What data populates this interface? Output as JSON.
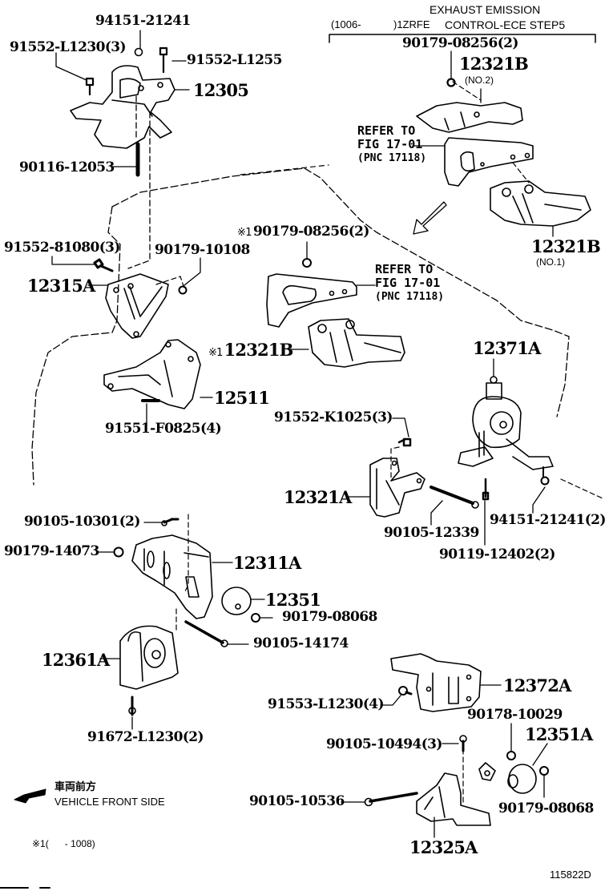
{
  "diagram": {
    "title_block": {
      "line1": "EXHAUST EMISSION",
      "range": "(1006-",
      "range_end": ")1ZRFE",
      "line2": "CONTROL-ECE STEP5"
    },
    "note_marker": "※1",
    "note_marker_num": "1",
    "refer": {
      "line1": "REFER TO",
      "line2": "FIG 17-01",
      "line3": "(PNC 17118)"
    },
    "parts": {
      "p94151_21241": "94151-21241",
      "p91552_L1230_3": "91552-L1230(3)",
      "p91552_L1255": "91552-L1255",
      "p12305": "12305",
      "p90116_12053": "90116-12053",
      "p90179_08256_2_top": "90179-08256(2)",
      "p12321B_no2": "12321B",
      "p12321B_no2_sub": "(NO.2)",
      "p12321B_no1": "12321B",
      "p12321B_no1_sub": "(NO.1)",
      "p91552_81080_3": "91552-81080(3)",
      "p90179_10108": "90179-10108",
      "p12315A": "12315A",
      "p90179_08256_2_mid": "90179-08256(2)",
      "p12321B_mid": "12321B",
      "p12511": "12511",
      "p91551_F0825_4": "91551-F0825(4)",
      "p12371A": "12371A",
      "p91552_K1025_3": "91552-K1025(3)",
      "p12321A": "12321A",
      "p90105_12339": "90105-12339",
      "p94151_21241_2": "94151-21241(2)",
      "p90119_12402_2": "90119-12402(2)",
      "p90105_10301_2": "90105-10301(2)",
      "p90179_14073": "90179-14073",
      "p12311A": "12311A",
      "p12351": "12351",
      "p90179_08068_a": "90179-08068",
      "p90105_14174": "90105-14174",
      "p12361A": "12361A",
      "p91672_L1230_2": "91672-L1230(2)",
      "p12372A": "12372A",
      "p91553_L1230_4": "91553-L1230(4)",
      "p90178_10029": "90178-10029",
      "p90105_10494_3": "90105-10494(3)",
      "p12351A": "12351A",
      "p90105_10536": "90105-10536",
      "p90179_08068_b": "90179-08068",
      "p12325A": "12325A"
    },
    "legend": {
      "front_jp": "車両前方",
      "front_en": "VEHICLE FRONT SIDE",
      "footnote_marker": "※1",
      "footnote_text": "(      - 1008)"
    },
    "figure_id": "115822D"
  }
}
